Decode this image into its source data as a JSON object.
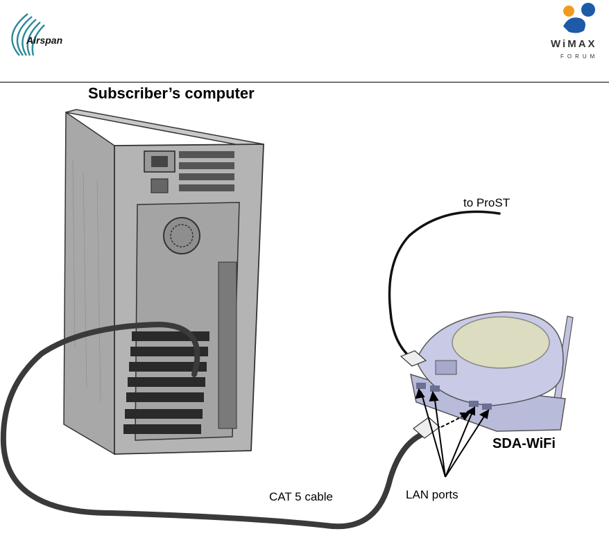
{
  "header": {
    "left_logo_text": "Airspan",
    "right_logo_line1": "WiMAX",
    "right_logo_line2": "FORUM"
  },
  "diagram": {
    "title": "Subscriber’s computer",
    "prost_label": "to ProST",
    "device_label": "SDA-WiFi",
    "cable_label": "CAT 5 cable",
    "ports_label": "LAN ports"
  },
  "colors": {
    "airspan_teal": "#2b8a97",
    "wimax_blue": "#1d5aa8",
    "wimax_orange": "#f39a1e",
    "tower_gray": "#9a9a9a",
    "router_lavender": "#b9bbdb",
    "router_dome": "#dcdcc0",
    "cable_dark": "#3a3a3a"
  }
}
